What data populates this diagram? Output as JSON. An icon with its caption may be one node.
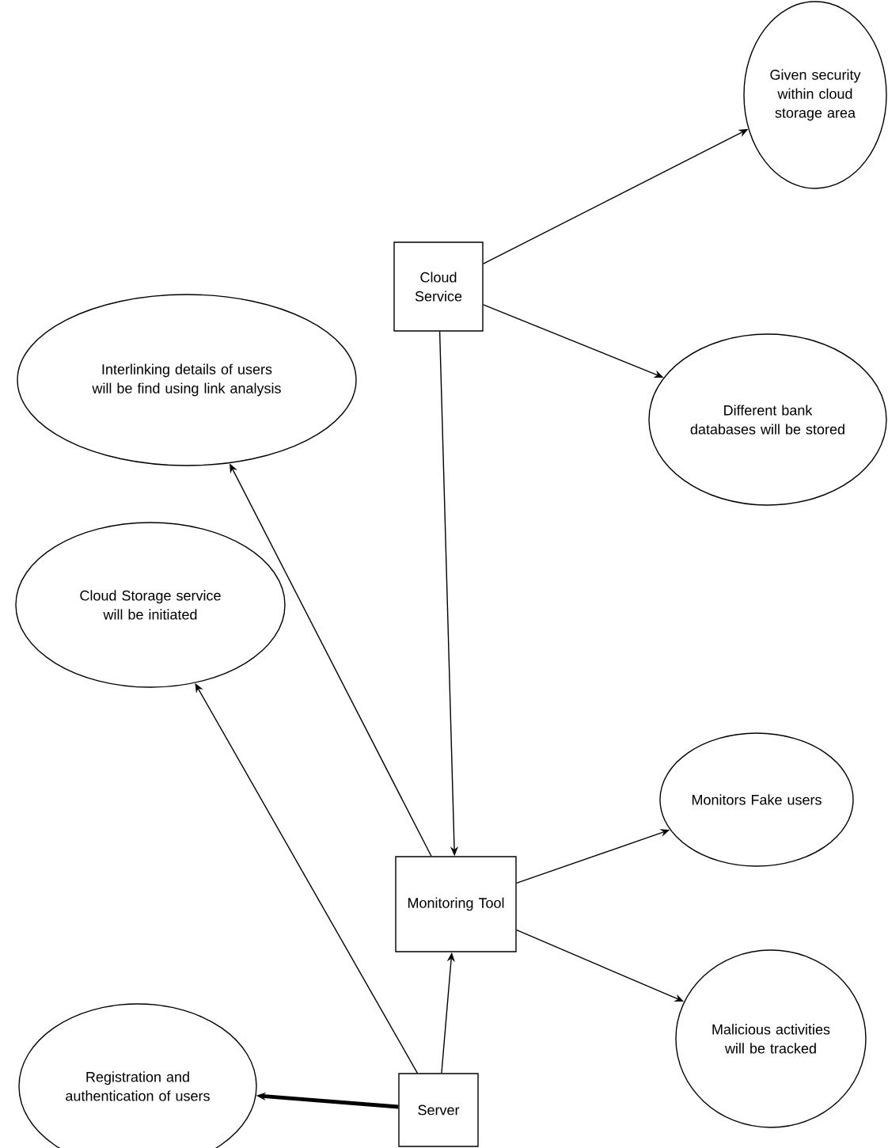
{
  "diagram": {
    "nodes": [
      {
        "text": [
          "Given security within cloud storage area"
        ]
      },
      {
        "text": [
          "Cloud Service"
        ]
      },
      {
        "text": [
          "Interlinking details of users will be find using link analysis"
        ]
      },
      {
        "text": [
          "Different bank databases will be stored"
        ]
      },
      {
        "text": [
          "Cloud Storage service will be initiated"
        ]
      },
      {
        "text": [
          "Monitoring Tool"
        ]
      },
      {
        "text": [
          "Monitors Fake users"
        ]
      },
      {
        "text": [
          "Malicious activities will be tracked"
        ]
      },
      {
        "text": [
          "Registration and authentication of users"
        ]
      },
      {
        "text": [
          "Server"
        ]
      }
    ],
    "edges": [
      {
        "from": 1,
        "to": 0,
        "arrow": "to"
      },
      {
        "from": 1,
        "to": 3,
        "arrow": "to"
      },
      {
        "from": 1,
        "to": 5,
        "arrow": "to"
      },
      {
        "from": 5,
        "to": 2,
        "arrow": "to"
      },
      {
        "from": 5,
        "to": 6,
        "arrow": "to"
      },
      {
        "from": 5,
        "to": 7,
        "arrow": "to"
      },
      {
        "from": 9,
        "to": 4,
        "arrow": "to"
      },
      {
        "from": 9,
        "to": 5,
        "arrow": "to"
      },
      {
        "from": 9,
        "to": 8,
        "arrow": "to",
        "style": "thick"
      }
    ]
  }
}
